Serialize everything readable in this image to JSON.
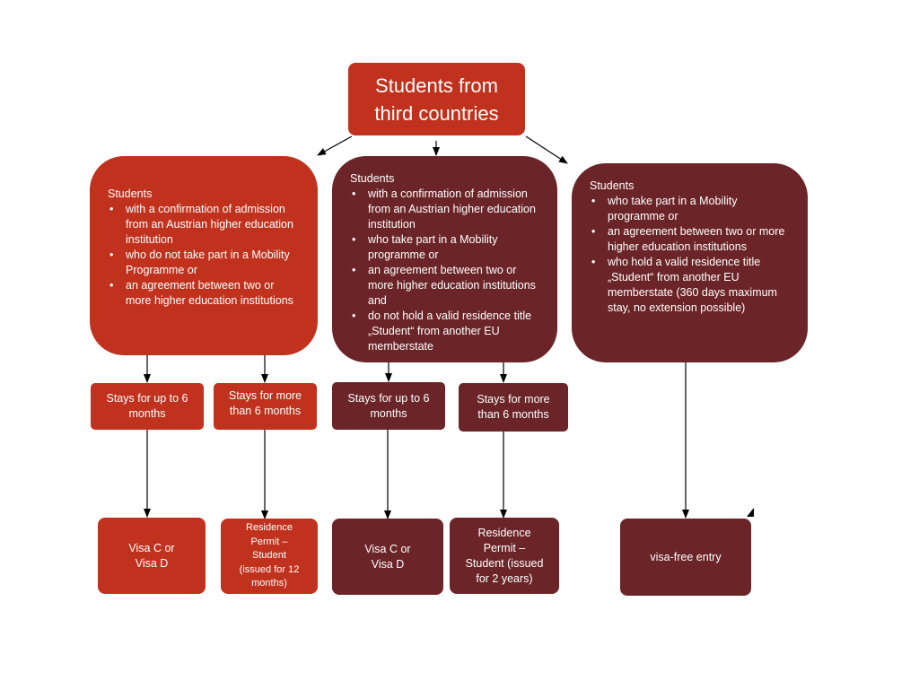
{
  "colors": {
    "red": "#c0321e",
    "dark": "#6b2528",
    "connector": "#000000"
  },
  "root": {
    "label": "Students from\nthird countries"
  },
  "categories": [
    {
      "head": "Students",
      "bullets": [
        "with a confirmation of admission from an Austrian higher education institution",
        "who do not take part in a Mobility Programme or",
        "an agreement between two or more higher education institutions"
      ]
    },
    {
      "head": "Students",
      "bullets": [
        "with a confirmation  of admission from an Austrian higher education institution",
        "who take part in a Mobility programme or",
        "an agreement between two or more higher education institutions and",
        "do not hold a valid residence title „Student“ from another EU memberstate"
      ]
    },
    {
      "head": "Students",
      "bullets": [
        "who take part in a Mobility programme or",
        "an agreement between two or more higher education institutions",
        "who hold a valid residence title „Student“ from another EU memberstate (360 days maximum stay, no extension possible)"
      ]
    }
  ],
  "stays": [
    {
      "label": "Stays for up to 6\nmonths"
    },
    {
      "label": "Stays for more\nthan 6 months"
    },
    {
      "label": "Stays for up to 6\nmonths"
    },
    {
      "label": "Stays for more\nthan 6 months"
    }
  ],
  "results": [
    {
      "label": "Visa C or\nVisa D"
    },
    {
      "label": "Residence\nPermit –\nStudent\n(issued for 12\nmonths)"
    },
    {
      "label": "Visa C or\nVisa D"
    },
    {
      "label": "Residence\nPermit –\nStudent (issued\nfor 2 years)"
    },
    {
      "label": "visa-free entry"
    }
  ]
}
